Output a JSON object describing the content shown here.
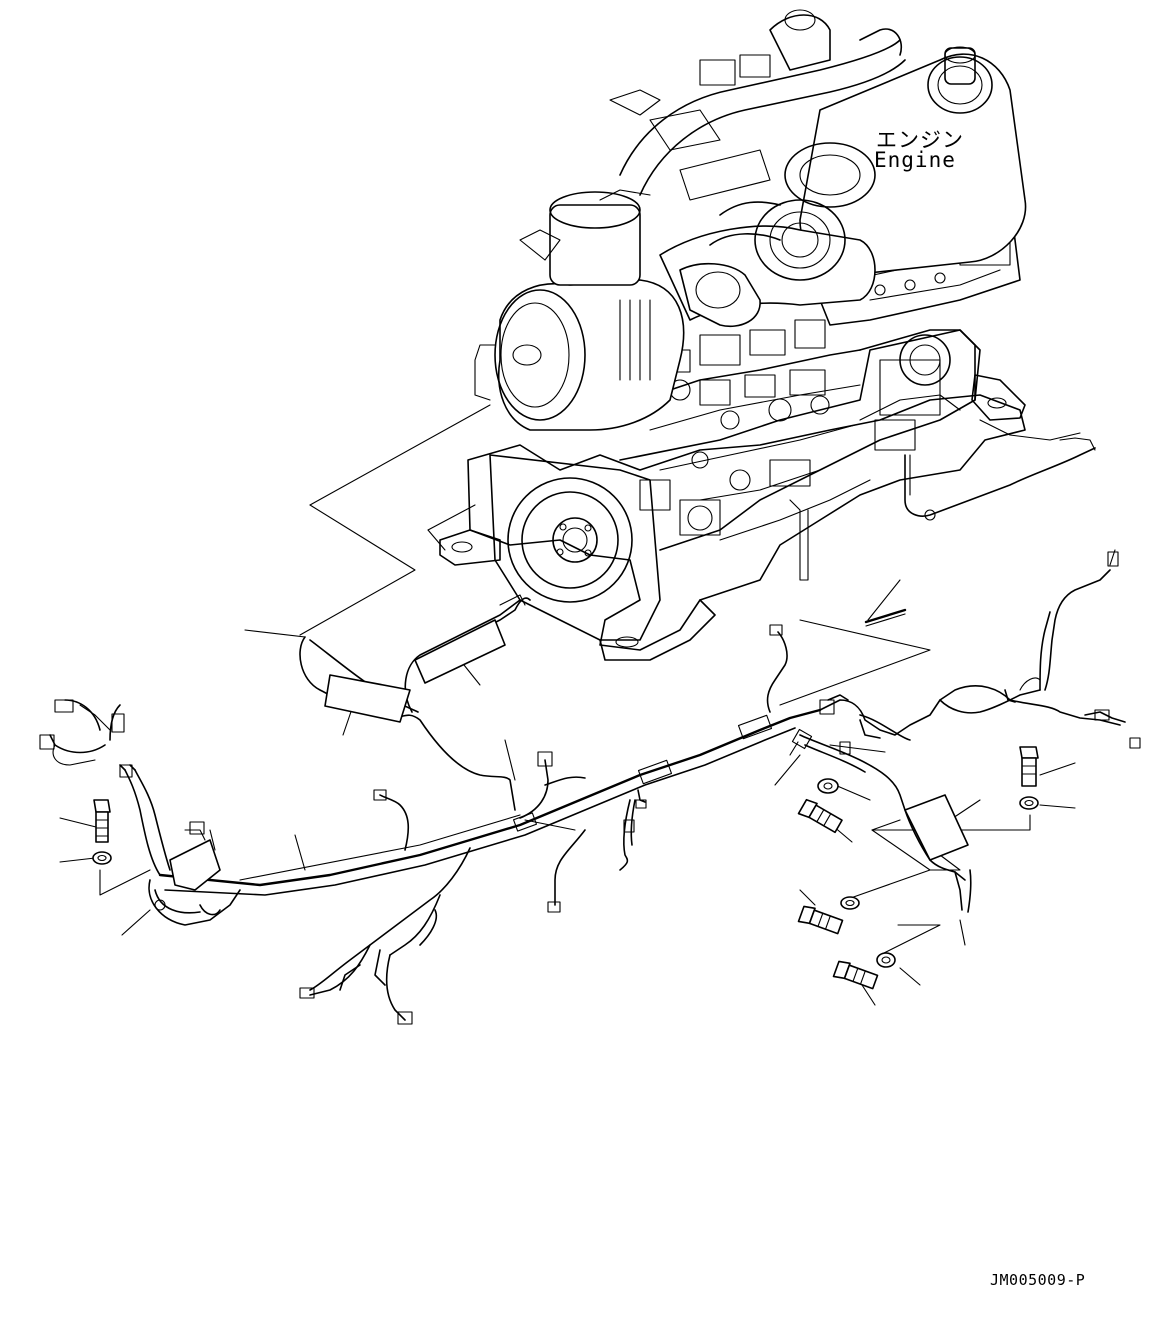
{
  "labels": {
    "engine_jp": "エンジン",
    "engine_en": "Engine"
  },
  "drawing_code": "JM005009-P",
  "colors": {
    "line": "#000000",
    "background": "#ffffff"
  },
  "icons": {
    "bolt": "bolt-icon",
    "washer": "washer-icon"
  }
}
